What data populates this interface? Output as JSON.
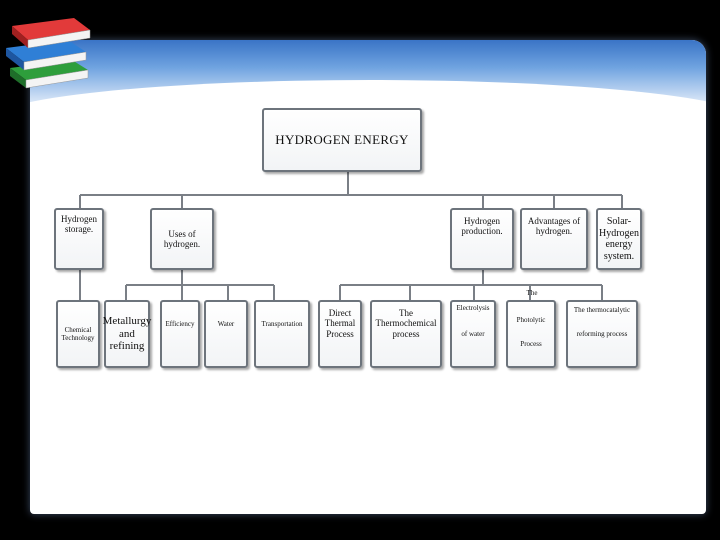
{
  "diagram": {
    "root": "HYDROGEN ENERGY",
    "level1": {
      "storage": "Hydrogen storage.",
      "uses": "Uses of hydrogen.",
      "production": "Hydrogen production.",
      "advantages": "Advantages of hydrogen.",
      "solar": "Solar-Hydrogen energy system."
    },
    "level2": {
      "chemical": "Chemical Technology",
      "metallurgy": "Metallurgy and refining",
      "efficiency": "Efficiency",
      "water": "Water",
      "transportation": "Transportation",
      "direct_thermal": "Direct Thermal Process",
      "thermochemical": "The Thermochemical process",
      "electrolysis_title": "Electrolysis",
      "electrolysis_sub": "of water",
      "photolytic_title": "Photolytic",
      "photolytic_sub": "Process",
      "thermocatalytic_title": "The thermocatalytic",
      "thermocatalytic_sub": "reforming process",
      "label_floating": "The"
    }
  },
  "colors": {
    "box_border": "#6d747c",
    "connector": "#7a7f86",
    "band_top": "#3a74c6",
    "background": "#000000"
  },
  "icons": {
    "logo": "stacked-books-icon"
  }
}
